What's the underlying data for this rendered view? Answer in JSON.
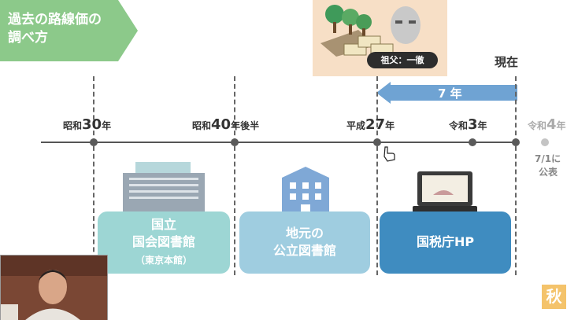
{
  "title": {
    "line1": "過去の路線価の",
    "line2": "調べ方"
  },
  "grandfather_label": "祖父：一徹",
  "present_label": "現在",
  "duration": {
    "label": "7 年"
  },
  "timeline": [
    {
      "pre": "昭和",
      "num": "30",
      "post": "年"
    },
    {
      "pre": "昭和",
      "num": "40",
      "post": "年後半"
    },
    {
      "pre": "平成",
      "num": "27",
      "post": "年"
    },
    {
      "pre": "令和",
      "num": "3",
      "post": "年"
    }
  ],
  "future": {
    "pre": "令和",
    "num": "4",
    "post": "年",
    "pub_line1": "7/1に",
    "pub_line2": "公表"
  },
  "sources": [
    {
      "line1": "国立",
      "line2": "国会図書館",
      "sub": "（東京本館）"
    },
    {
      "line1": "地元の",
      "line2": "公立図書館"
    },
    {
      "line1": "国税庁HP"
    }
  ],
  "logo": "秋",
  "colors": {
    "banner": "#8cc98a",
    "arrow": "#6fa3d3",
    "box_ndl": "#9dd6d4",
    "box_local": "#9fcde0",
    "box_nta": "#3f8cc0"
  }
}
